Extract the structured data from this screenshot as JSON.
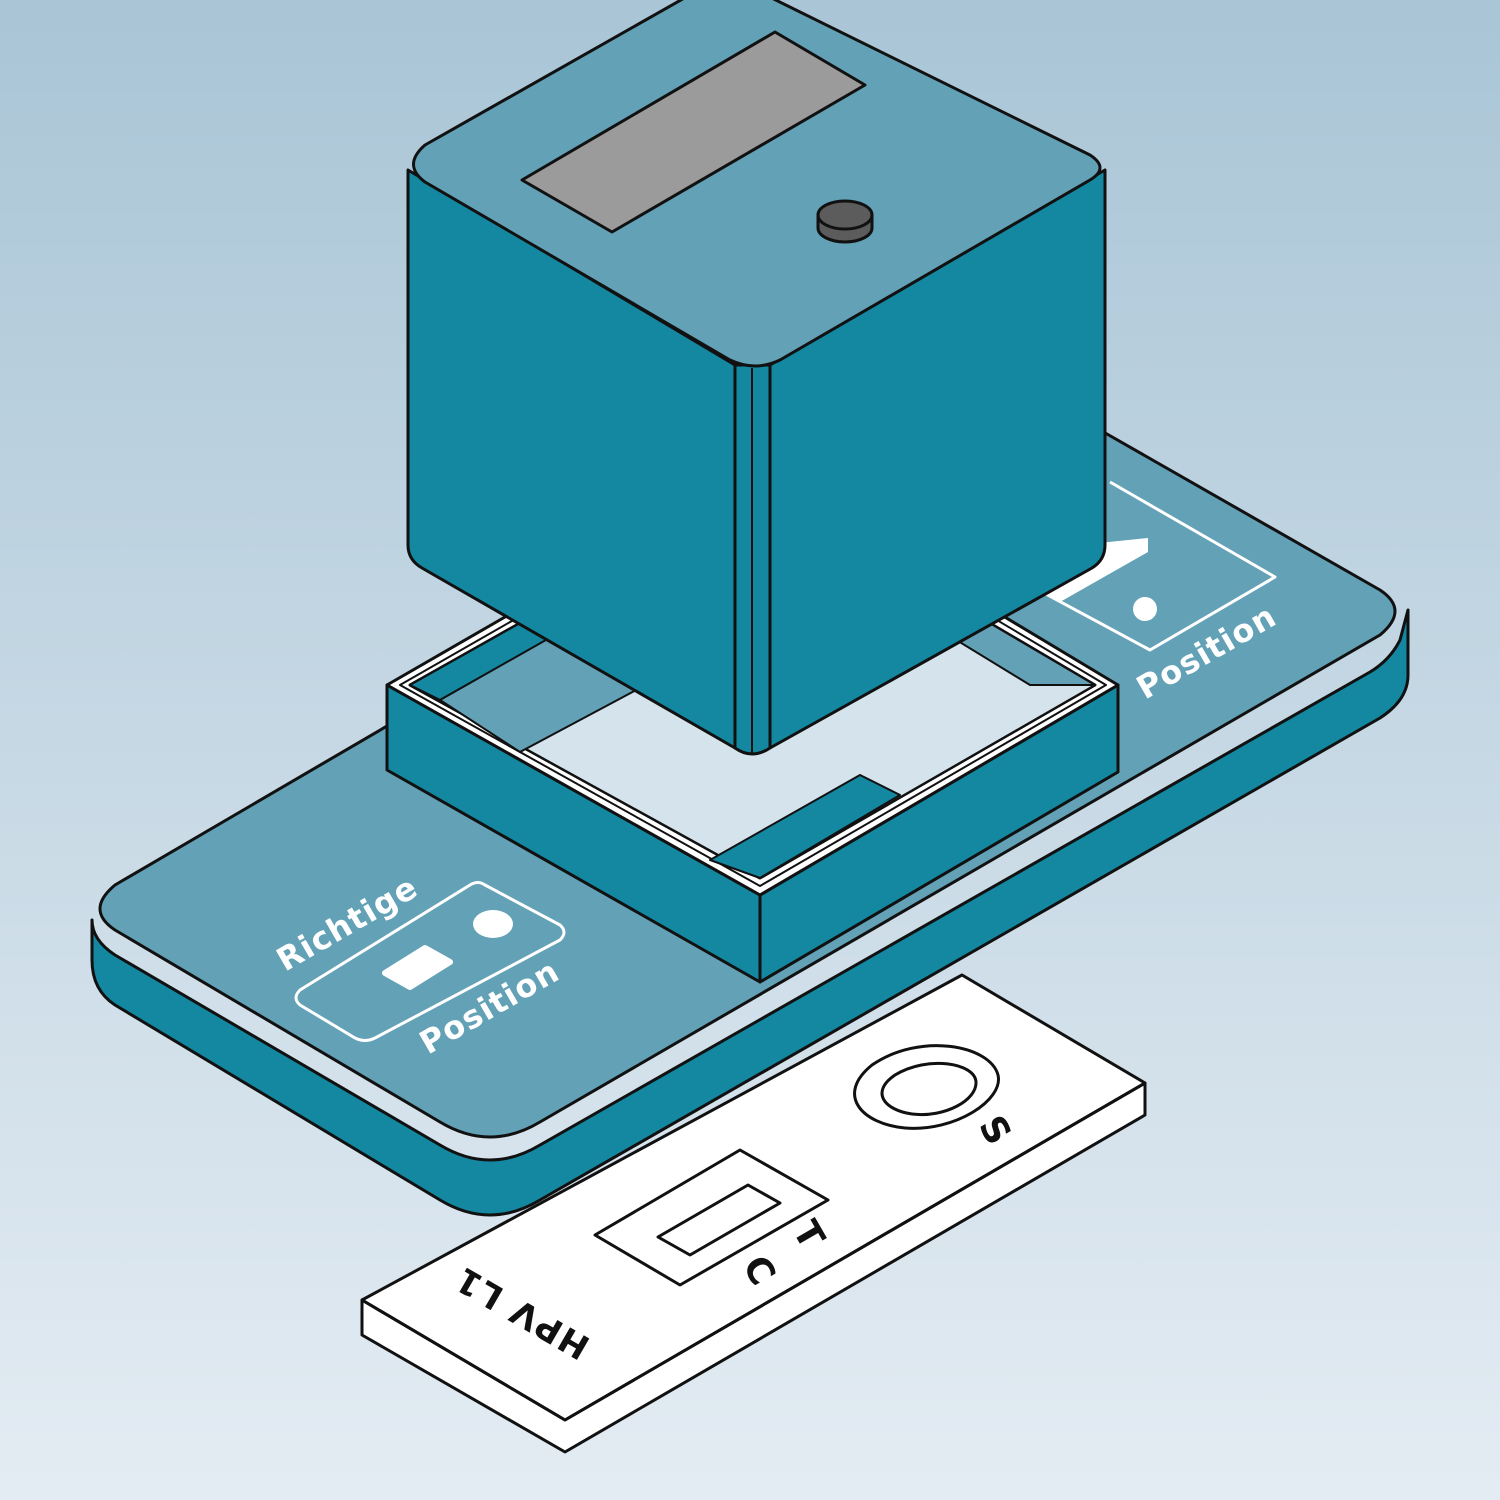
{
  "colors": {
    "background_top": "#a9c5d6",
    "background_bottom": "#e4ecf3",
    "device_front": "#1487a1",
    "device_top": "#63a1b7",
    "outline": "#111111",
    "display": "#9b9b9b",
    "button": "#5c5c5c",
    "strip": "#ffffff"
  },
  "plate": {
    "label_line1": "Richtige",
    "label_line2": "Position",
    "label_right": "Position"
  },
  "test_strip": {
    "name": "HPV L1",
    "control_label": "C",
    "test_label": "T",
    "sample_label": "S"
  },
  "icons": {
    "display": "display-window-icon",
    "button": "power-button-icon",
    "strip_slot_left": "strip-position-icon",
    "strip_slot_right": "strip-position-icon"
  }
}
